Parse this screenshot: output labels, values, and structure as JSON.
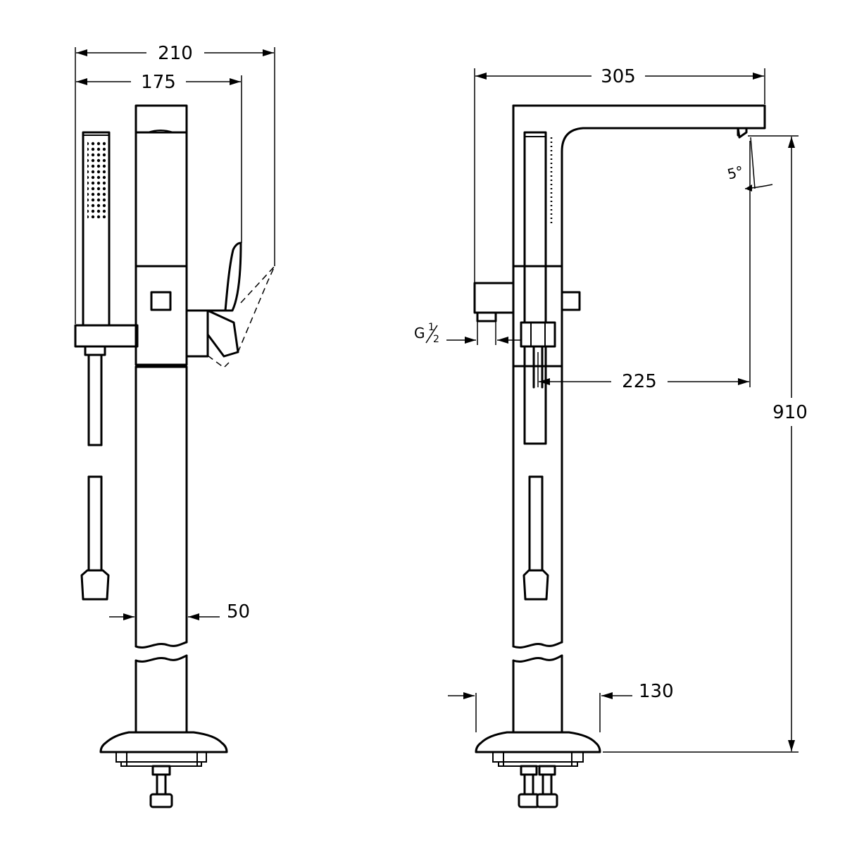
{
  "dimensions": {
    "width_total": "210",
    "width_handle": "175",
    "spout_reach": "305",
    "column_diameter": "50",
    "thread_size_g": "G",
    "thread_size_frac_num": "1",
    "thread_size_frac_den": "2",
    "spout_offset": "225",
    "overall_height": "910",
    "base_diameter": "130",
    "spout_angle": "5°"
  }
}
